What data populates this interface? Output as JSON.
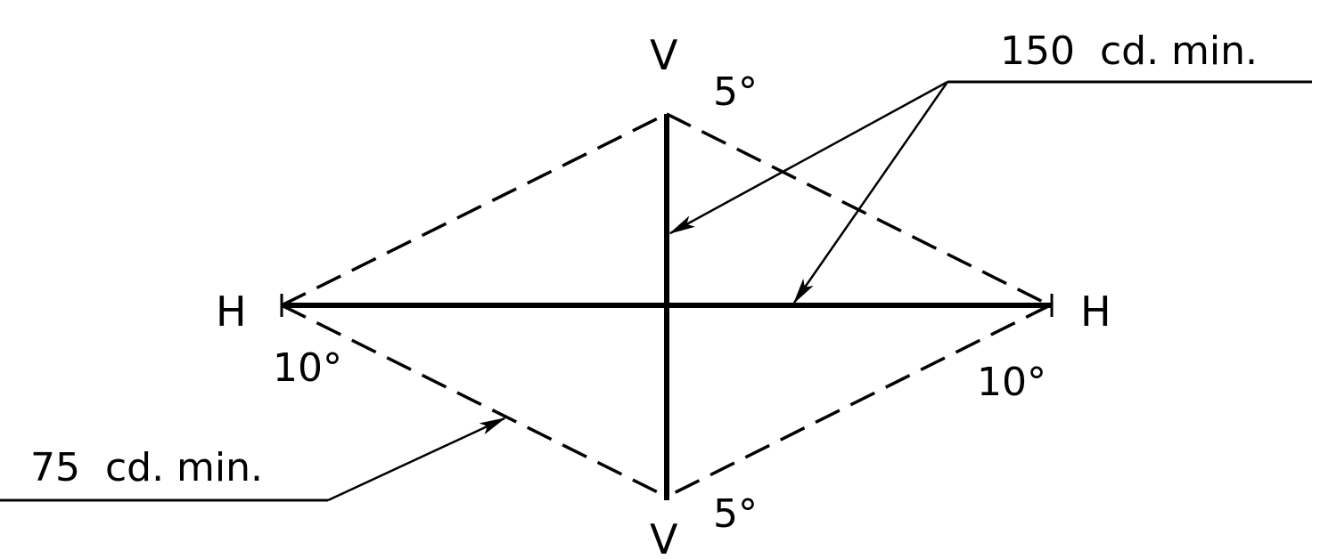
{
  "labels": {
    "v_top": "V",
    "v_bottom": "V",
    "h_left": "H",
    "h_right": "H",
    "angle_top_right": "5°",
    "angle_bottom_right": "5°",
    "angle_left": "10°",
    "angle_right": "10°",
    "callout_upper": "150  cd. min.",
    "callout_lower": "75  cd. min."
  },
  "colors": {
    "ink": "#000000",
    "paper": "#ffffff"
  }
}
